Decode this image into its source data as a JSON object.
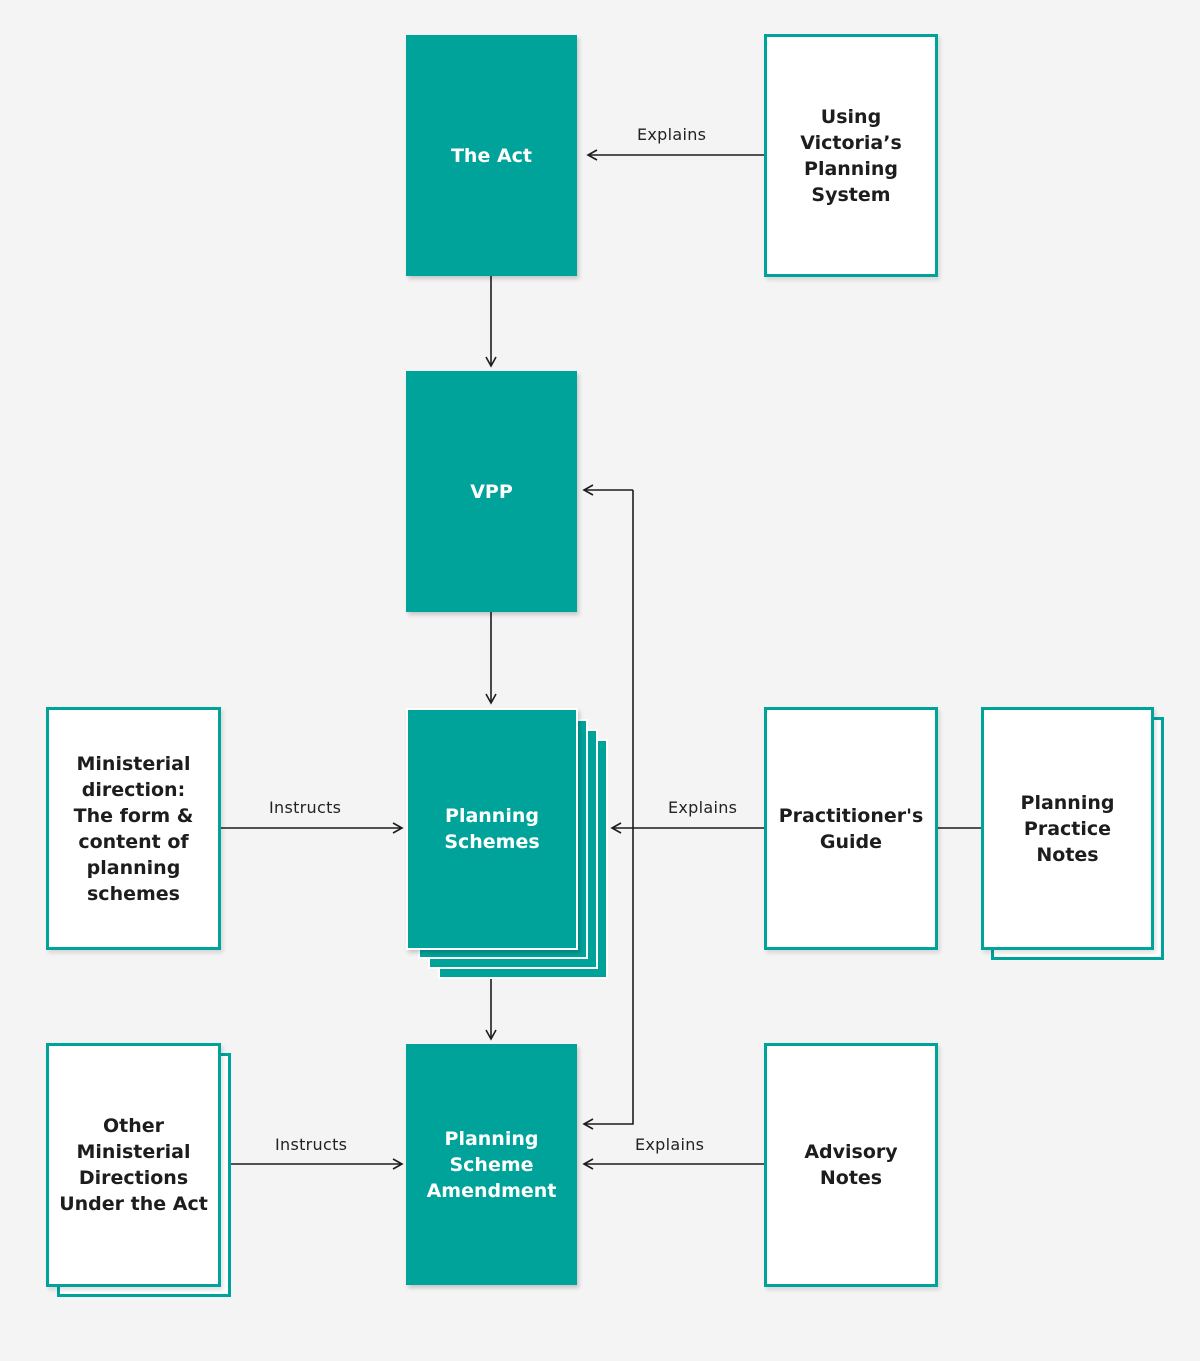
{
  "colors": {
    "background": "#f4f4f4",
    "teal": "#00a39a",
    "arrow": "#1d1d1d"
  },
  "nodes": {
    "the_act": "The Act",
    "using_victorias_planning_system": "Using\nVictoria’s\nPlanning\nSystem",
    "vpp": "VPP",
    "planning_schemes": "Planning\nSchemes",
    "ministerial_direction": "Ministerial\ndirection:\nThe form &\ncontent of\nplanning\nschemes",
    "practitioners_guide": "Practitioner's\nGuide",
    "planning_practice_notes": "Planning\nPractice\nNotes",
    "planning_scheme_amendment": "Planning\nScheme\nAmendment",
    "other_ministerial_directions": "Other\nMinisterial\nDirections\nUnder the Act",
    "advisory_notes": "Advisory\nNotes"
  },
  "edge_labels": {
    "guide_explains_act": "Explains",
    "direction_instructs_schemes": "Instructs",
    "practitioners_guide_explains_schemes": "Explains",
    "other_directions_instruct_amendment": "Instructs",
    "advisory_notes_explain_amendment": "Explains"
  }
}
